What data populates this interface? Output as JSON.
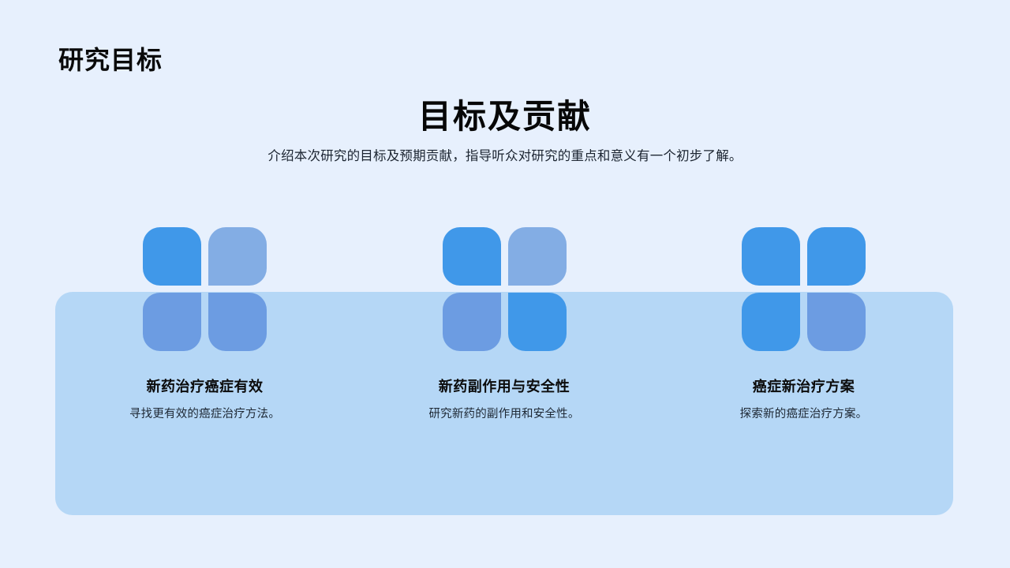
{
  "slide": {
    "section_title": "研究目标",
    "headline": "目标及贡献",
    "subhead": "介绍本次研究的目标及预期贡献，指导听众对研究的重点和意义有一个初步了解。",
    "background_color": "#e7f0fd",
    "panel_color": "#b5d7f6",
    "accent_color": "#4098e9",
    "accent_light_color": "#83ade4",
    "accent_mid_color": "#6c9ce2"
  },
  "cards": [
    {
      "icon_name": "grid-pinwheel-icon",
      "title": "新药治疗癌症有效",
      "desc": "寻找更有效的癌症治疗方法。",
      "tiles": {
        "tl": "#4098e9",
        "tr": "#83ade4",
        "bl": "#6c9ce2",
        "br": "#6c9ce2"
      }
    },
    {
      "icon_name": "grid-pinwheel-icon",
      "title": "新药副作用与安全性",
      "desc": "研究新药的副作用和安全性。",
      "tiles": {
        "tl": "#4098e9",
        "tr": "#83ade4",
        "bl": "#6c9ce2",
        "br": "#4098e9"
      }
    },
    {
      "icon_name": "grid-pinwheel-icon",
      "title": "癌症新治疗方案",
      "desc": "探索新的癌症治疗方案。",
      "tiles": {
        "tl": "#4098e9",
        "tr": "#4098e9",
        "bl": "#4098e9",
        "br": "#6c9ce2"
      }
    }
  ]
}
